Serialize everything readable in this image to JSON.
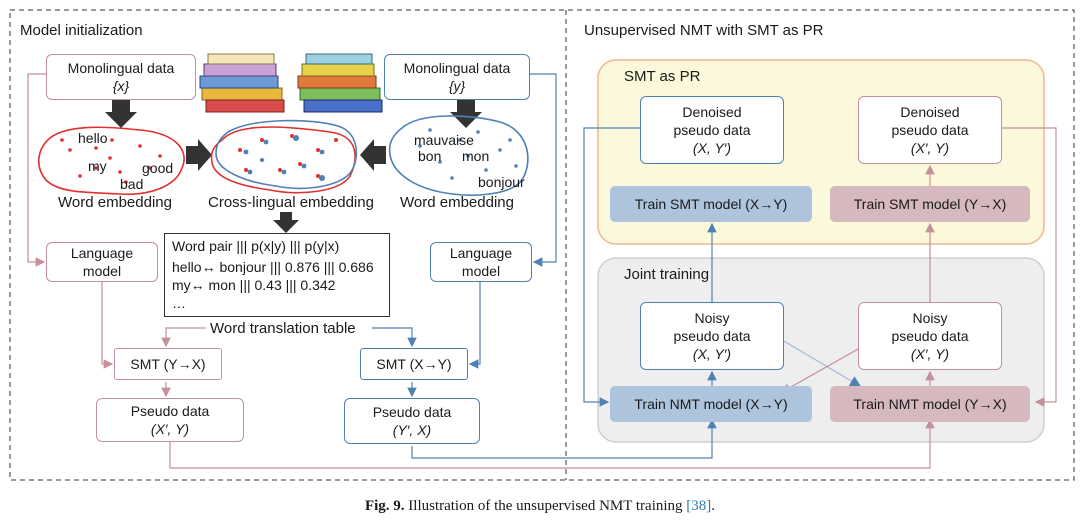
{
  "left_title": "Model initialization",
  "right_title": "Unsupervised NMT with SMT as PR",
  "mono_x": {
    "line1": "Monolingual data",
    "line2": "{x}"
  },
  "mono_y": {
    "line1": "Monolingual data",
    "line2": "{y}"
  },
  "emb_left": {
    "label": "Word embedding",
    "words": [
      "hello",
      "my",
      "good",
      "bad"
    ]
  },
  "emb_mid": {
    "label": "Cross-lingual embedding"
  },
  "emb_right": {
    "label": "Word embedding",
    "words": [
      "mauvaise",
      "bon",
      "mon",
      "bonjour"
    ]
  },
  "lm_left": {
    "line1": "Language",
    "line2": "model"
  },
  "lm_right": {
    "line1": "Language",
    "line2": "model"
  },
  "table": {
    "header": "Word pair ||| p(x|y) ||| p(y|x)",
    "rows": [
      "hello↔ bonjour ||| 0.876 ||| 0.686",
      "my↔ mon ||| 0.43 ||| 0.342",
      "…"
    ]
  },
  "word_table_label": "Word translation table",
  "smt_yx": "SMT (Y→X)",
  "smt_xy": "SMT (X→Y)",
  "pseudo_left": {
    "line1": "Pseudo data",
    "line2": "(X′, Y)"
  },
  "pseudo_right": {
    "line1": "Pseudo data",
    "line2": "(Y′, X)"
  },
  "smt_pr_title": "SMT as PR",
  "joint_title": "Joint training",
  "denoised_left": {
    "line1": "Denoised",
    "line2": "pseudo data",
    "line3": "(X, Y′)"
  },
  "denoised_right": {
    "line1": "Denoised",
    "line2": "pseudo data",
    "line3": "(X′, Y)"
  },
  "train_smt_xy": "Train SMT model (X→Y)",
  "train_smt_yx": "Train SMT model (Y→X)",
  "noisy_left": {
    "line1": "Noisy",
    "line2": "pseudo data",
    "line3": "(X, Y′)"
  },
  "noisy_right": {
    "line1": "Noisy",
    "line2": "pseudo data",
    "line3": "(X′, Y)"
  },
  "train_nmt_xy": "Train NMT model (X→Y)",
  "train_nmt_yx": "Train NMT model (Y→X)",
  "caption": {
    "prefix": "Fig. 9.",
    "text": " Illustration of the unsupervised NMT training ",
    "ref": "[38]",
    "end": "."
  },
  "colors": {
    "pink": "#c4909a",
    "blue": "#4f81b5",
    "smt_pr_bg": "#fbf8dc",
    "smt_pr_border": "#f0b88a",
    "joint_bg": "#eeeeee",
    "link": "#2a7ab8"
  }
}
